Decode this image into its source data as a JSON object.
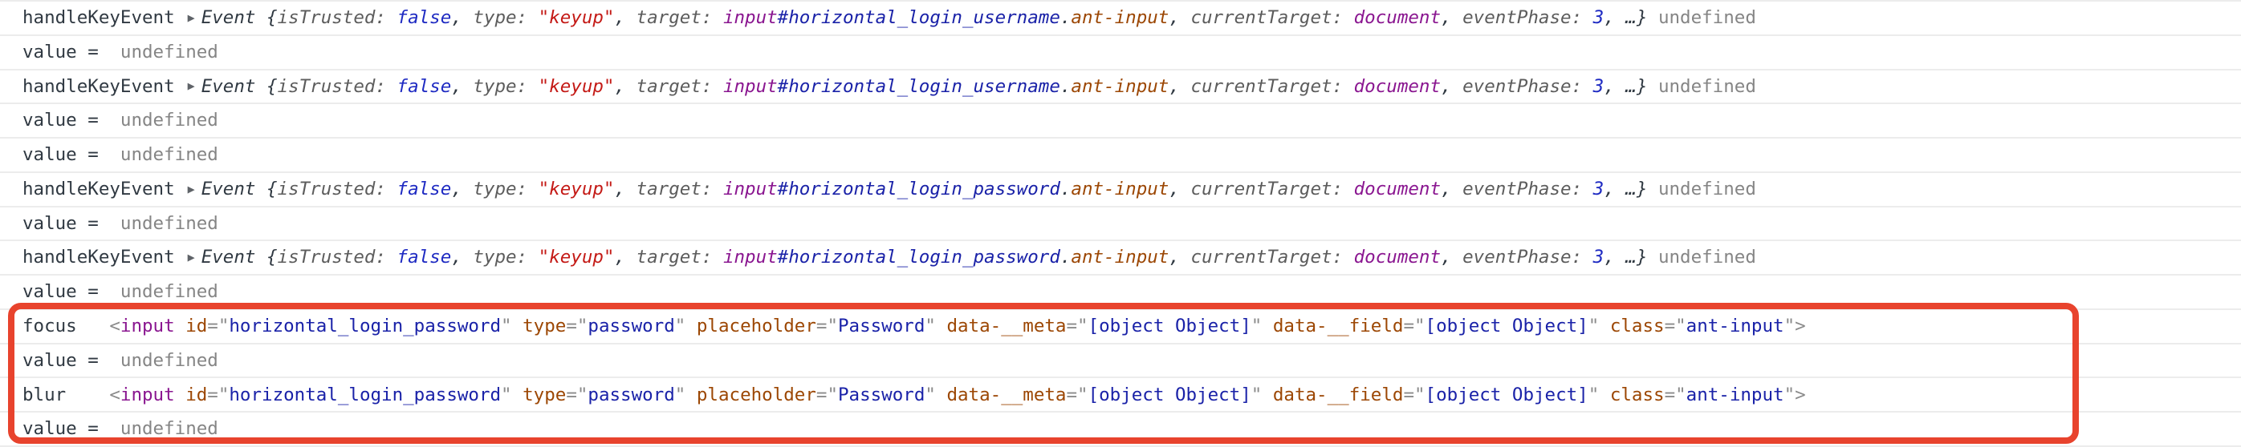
{
  "colors": {
    "text": "#303942",
    "muted": "#858585",
    "prop": "#5c5c5c",
    "number": "#1e2ac2",
    "string": "#c41a16",
    "tag": "#8a1690",
    "idsel": "#1a22a8",
    "attr": "#9c4704",
    "punct": "#8a8a8a",
    "triangle": "#5f6368",
    "separator": "#ececec",
    "highlight": "#e8432d",
    "background": "#ffffff"
  },
  "icons": {
    "disclosure": "▶"
  },
  "console": {
    "rows": [
      {
        "name": "console-message-keyup-username",
        "boxed": false,
        "tokens": [
          [
            "plain",
            "handleKeyEvent"
          ],
          [
            "tri",
            "▶"
          ],
          [
            "dark-i",
            "Event "
          ],
          [
            "dark-i",
            "{"
          ],
          [
            "prop-i",
            "isTrusted: "
          ],
          [
            "bool-i",
            "false"
          ],
          [
            "dark-i",
            ", "
          ],
          [
            "prop-i",
            "type: "
          ],
          [
            "str-i",
            "\"keyup\""
          ],
          [
            "dark-i",
            ", "
          ],
          [
            "prop-i",
            "target: "
          ],
          [
            "tag-i",
            "input"
          ],
          [
            "id-i",
            "#horizontal_login_username"
          ],
          [
            "dark-i",
            "."
          ],
          [
            "cls-i",
            "ant-input"
          ],
          [
            "dark-i",
            ", "
          ],
          [
            "prop-i",
            "currentTarget: "
          ],
          [
            "node-i",
            "document"
          ],
          [
            "dark-i",
            ", "
          ],
          [
            "prop-i",
            "eventPhase: "
          ],
          [
            "bool-i",
            "3"
          ],
          [
            "dark-i",
            ", …} "
          ],
          [
            "muted",
            "undefined"
          ]
        ]
      },
      {
        "name": "console-message-value",
        "boxed": false,
        "tokens": [
          [
            "plain",
            "value =  "
          ],
          [
            "muted",
            "undefined"
          ]
        ]
      },
      {
        "name": "console-message-keyup-username",
        "boxed": false,
        "tokens": [
          [
            "plain",
            "handleKeyEvent"
          ],
          [
            "tri",
            "▶"
          ],
          [
            "dark-i",
            "Event "
          ],
          [
            "dark-i",
            "{"
          ],
          [
            "prop-i",
            "isTrusted: "
          ],
          [
            "bool-i",
            "false"
          ],
          [
            "dark-i",
            ", "
          ],
          [
            "prop-i",
            "type: "
          ],
          [
            "str-i",
            "\"keyup\""
          ],
          [
            "dark-i",
            ", "
          ],
          [
            "prop-i",
            "target: "
          ],
          [
            "tag-i",
            "input"
          ],
          [
            "id-i",
            "#horizontal_login_username"
          ],
          [
            "dark-i",
            "."
          ],
          [
            "cls-i",
            "ant-input"
          ],
          [
            "dark-i",
            ", "
          ],
          [
            "prop-i",
            "currentTarget: "
          ],
          [
            "node-i",
            "document"
          ],
          [
            "dark-i",
            ", "
          ],
          [
            "prop-i",
            "eventPhase: "
          ],
          [
            "bool-i",
            "3"
          ],
          [
            "dark-i",
            ", …} "
          ],
          [
            "muted",
            "undefined"
          ]
        ]
      },
      {
        "name": "console-message-value",
        "boxed": false,
        "tokens": [
          [
            "plain",
            "value =  "
          ],
          [
            "muted",
            "undefined"
          ]
        ]
      },
      {
        "name": "console-message-value",
        "boxed": false,
        "tokens": [
          [
            "plain",
            "value =  "
          ],
          [
            "muted",
            "undefined"
          ]
        ]
      },
      {
        "name": "console-message-keyup-password",
        "boxed": false,
        "tokens": [
          [
            "plain",
            "handleKeyEvent"
          ],
          [
            "tri",
            "▶"
          ],
          [
            "dark-i",
            "Event "
          ],
          [
            "dark-i",
            "{"
          ],
          [
            "prop-i",
            "isTrusted: "
          ],
          [
            "bool-i",
            "false"
          ],
          [
            "dark-i",
            ", "
          ],
          [
            "prop-i",
            "type: "
          ],
          [
            "str-i",
            "\"keyup\""
          ],
          [
            "dark-i",
            ", "
          ],
          [
            "prop-i",
            "target: "
          ],
          [
            "tag-i",
            "input"
          ],
          [
            "id-i",
            "#horizontal_login_password"
          ],
          [
            "dark-i",
            "."
          ],
          [
            "cls-i",
            "ant-input"
          ],
          [
            "dark-i",
            ", "
          ],
          [
            "prop-i",
            "currentTarget: "
          ],
          [
            "node-i",
            "document"
          ],
          [
            "dark-i",
            ", "
          ],
          [
            "prop-i",
            "eventPhase: "
          ],
          [
            "bool-i",
            "3"
          ],
          [
            "dark-i",
            ", …} "
          ],
          [
            "muted",
            "undefined"
          ]
        ]
      },
      {
        "name": "console-message-value",
        "boxed": false,
        "tokens": [
          [
            "plain",
            "value =  "
          ],
          [
            "muted",
            "undefined"
          ]
        ]
      },
      {
        "name": "console-message-keyup-password",
        "boxed": false,
        "tokens": [
          [
            "plain",
            "handleKeyEvent"
          ],
          [
            "tri",
            "▶"
          ],
          [
            "dark-i",
            "Event "
          ],
          [
            "dark-i",
            "{"
          ],
          [
            "prop-i",
            "isTrusted: "
          ],
          [
            "bool-i",
            "false"
          ],
          [
            "dark-i",
            ", "
          ],
          [
            "prop-i",
            "type: "
          ],
          [
            "str-i",
            "\"keyup\""
          ],
          [
            "dark-i",
            ", "
          ],
          [
            "prop-i",
            "target: "
          ],
          [
            "tag-i",
            "input"
          ],
          [
            "id-i",
            "#horizontal_login_password"
          ],
          [
            "dark-i",
            "."
          ],
          [
            "cls-i",
            "ant-input"
          ],
          [
            "dark-i",
            ", "
          ],
          [
            "prop-i",
            "currentTarget: "
          ],
          [
            "node-i",
            "document"
          ],
          [
            "dark-i",
            ", "
          ],
          [
            "prop-i",
            "eventPhase: "
          ],
          [
            "bool-i",
            "3"
          ],
          [
            "dark-i",
            ", …} "
          ],
          [
            "muted",
            "undefined"
          ]
        ]
      },
      {
        "name": "console-message-value",
        "boxed": false,
        "tokens": [
          [
            "plain",
            "value =  "
          ],
          [
            "muted",
            "undefined"
          ]
        ]
      },
      {
        "name": "console-message-focus",
        "boxed": true,
        "tokens": [
          [
            "plain",
            "focus   "
          ],
          [
            "punct",
            "<"
          ],
          [
            "tag",
            "input"
          ],
          [
            "plain",
            " "
          ],
          [
            "attr",
            "id"
          ],
          [
            "punct",
            "=\""
          ],
          [
            "val",
            "horizontal_login_password"
          ],
          [
            "punct",
            "\""
          ],
          [
            "plain",
            " "
          ],
          [
            "attr",
            "type"
          ],
          [
            "punct",
            "=\""
          ],
          [
            "val",
            "password"
          ],
          [
            "punct",
            "\""
          ],
          [
            "plain",
            " "
          ],
          [
            "attr",
            "placeholder"
          ],
          [
            "punct",
            "=\""
          ],
          [
            "val",
            "Password"
          ],
          [
            "punct",
            "\""
          ],
          [
            "plain",
            " "
          ],
          [
            "attr",
            "data-__meta"
          ],
          [
            "punct",
            "=\""
          ],
          [
            "val",
            "[object Object]"
          ],
          [
            "punct",
            "\""
          ],
          [
            "plain",
            " "
          ],
          [
            "attr",
            "data-__field"
          ],
          [
            "punct",
            "=\""
          ],
          [
            "val",
            "[object Object]"
          ],
          [
            "punct",
            "\""
          ],
          [
            "plain",
            " "
          ],
          [
            "attr",
            "class"
          ],
          [
            "punct",
            "=\""
          ],
          [
            "val",
            "ant-input"
          ],
          [
            "punct",
            "\""
          ],
          [
            "punct",
            ">"
          ]
        ]
      },
      {
        "name": "console-message-value",
        "boxed": true,
        "tokens": [
          [
            "plain",
            "value =  "
          ],
          [
            "muted",
            "undefined"
          ]
        ]
      },
      {
        "name": "console-message-blur",
        "boxed": true,
        "tokens": [
          [
            "plain",
            "blur    "
          ],
          [
            "punct",
            "<"
          ],
          [
            "tag",
            "input"
          ],
          [
            "plain",
            " "
          ],
          [
            "attr",
            "id"
          ],
          [
            "punct",
            "=\""
          ],
          [
            "val",
            "horizontal_login_password"
          ],
          [
            "punct",
            "\""
          ],
          [
            "plain",
            " "
          ],
          [
            "attr",
            "type"
          ],
          [
            "punct",
            "=\""
          ],
          [
            "val",
            "password"
          ],
          [
            "punct",
            "\""
          ],
          [
            "plain",
            " "
          ],
          [
            "attr",
            "placeholder"
          ],
          [
            "punct",
            "=\""
          ],
          [
            "val",
            "Password"
          ],
          [
            "punct",
            "\""
          ],
          [
            "plain",
            " "
          ],
          [
            "attr",
            "data-__meta"
          ],
          [
            "punct",
            "=\""
          ],
          [
            "val",
            "[object Object]"
          ],
          [
            "punct",
            "\""
          ],
          [
            "plain",
            " "
          ],
          [
            "attr",
            "data-__field"
          ],
          [
            "punct",
            "=\""
          ],
          [
            "val",
            "[object Object]"
          ],
          [
            "punct",
            "\""
          ],
          [
            "plain",
            " "
          ],
          [
            "attr",
            "class"
          ],
          [
            "punct",
            "=\""
          ],
          [
            "val",
            "ant-input"
          ],
          [
            "punct",
            "\""
          ],
          [
            "punct",
            ">"
          ]
        ]
      },
      {
        "name": "console-message-value",
        "boxed": true,
        "tokens": [
          [
            "plain",
            "value =  "
          ],
          [
            "muted",
            "undefined"
          ]
        ]
      }
    ]
  }
}
